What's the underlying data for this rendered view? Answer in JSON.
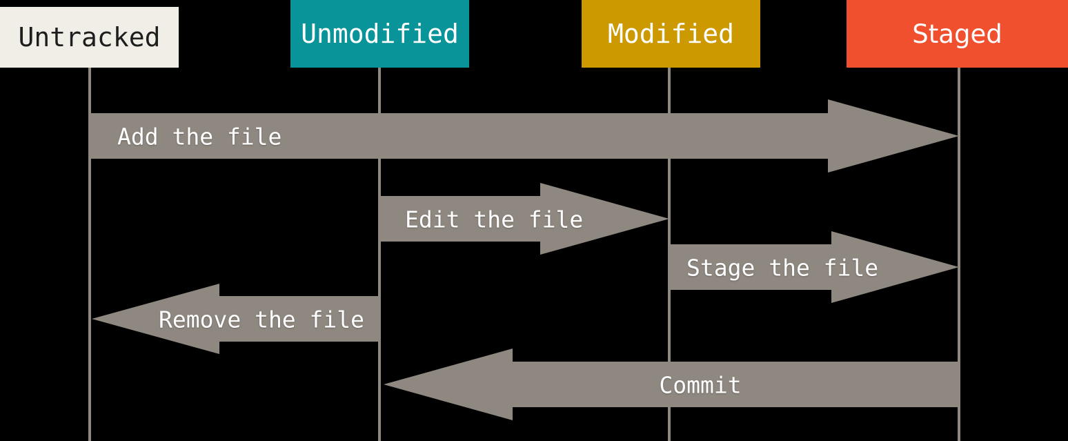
{
  "canvas": {
    "background": "#000000",
    "arrow_color": "#8F8880",
    "lifeline_color": "#8F8880",
    "arrow_label_color": "#FFFFFF"
  },
  "states": [
    {
      "label": "Untracked",
      "bg": "#F0EEE6",
      "text_color": "#1E1E1E"
    },
    {
      "label": "Unmodified",
      "bg": "#089499",
      "text_color": "#FFFFFF"
    },
    {
      "label": "Modified",
      "bg": "#CC9901",
      "text_color": "#FFFFFF"
    },
    {
      "label": "Staged",
      "bg": "#F1502F",
      "text_color": "#FFFFFF"
    }
  ],
  "transitions": [
    {
      "label": "Add the file",
      "from": "Untracked",
      "to": "Staged",
      "direction": "right"
    },
    {
      "label": "Edit the file",
      "from": "Unmodified",
      "to": "Modified",
      "direction": "right"
    },
    {
      "label": "Stage the file",
      "from": "Modified",
      "to": "Staged",
      "direction": "right"
    },
    {
      "label": "Remove the file",
      "from": "Unmodified",
      "to": "Untracked",
      "direction": "left"
    },
    {
      "label": "Commit",
      "from": "Staged",
      "to": "Unmodified",
      "direction": "left"
    }
  ]
}
